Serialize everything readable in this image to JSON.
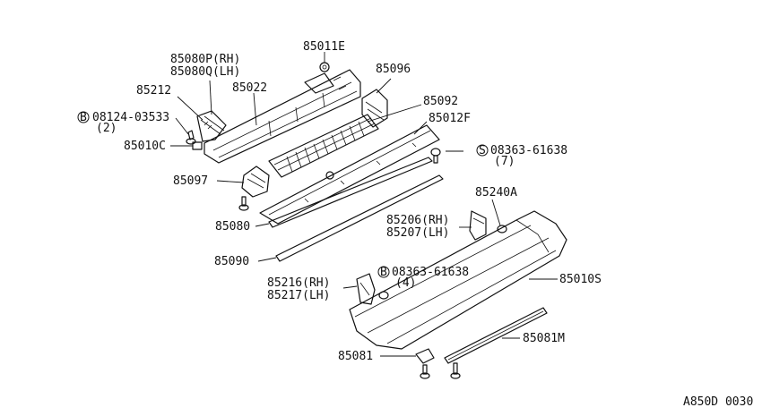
{
  "labels": {
    "l85080P": "85080P(RH)",
    "l85080Q": "85080Q(LH)",
    "l85011E": "85011E",
    "l85096": "85096",
    "l85212": "85212",
    "l85022": "85022",
    "l85092": "85092",
    "b1": "B",
    "l08124": "08124-03533",
    "l08124_qty": "(2)",
    "l85012F": "85012F",
    "l85010C": "85010C",
    "s": "S",
    "l08363a": "08363-61638",
    "l08363a_qty": "(7)",
    "l85097": "85097",
    "l85240A": "85240A",
    "l85206": "85206(RH)",
    "l85080": "85080",
    "l85207": "85207(LH)",
    "l85090": "85090",
    "b2": "B",
    "l08363b": "08363-61638",
    "l85216": "85216(RH)",
    "l08363b_qty": "(4)",
    "l85010S": "85010S",
    "l85217": "85217(LH)",
    "l85081M": "85081M",
    "l85081": "85081",
    "code": "A850D 0030"
  }
}
